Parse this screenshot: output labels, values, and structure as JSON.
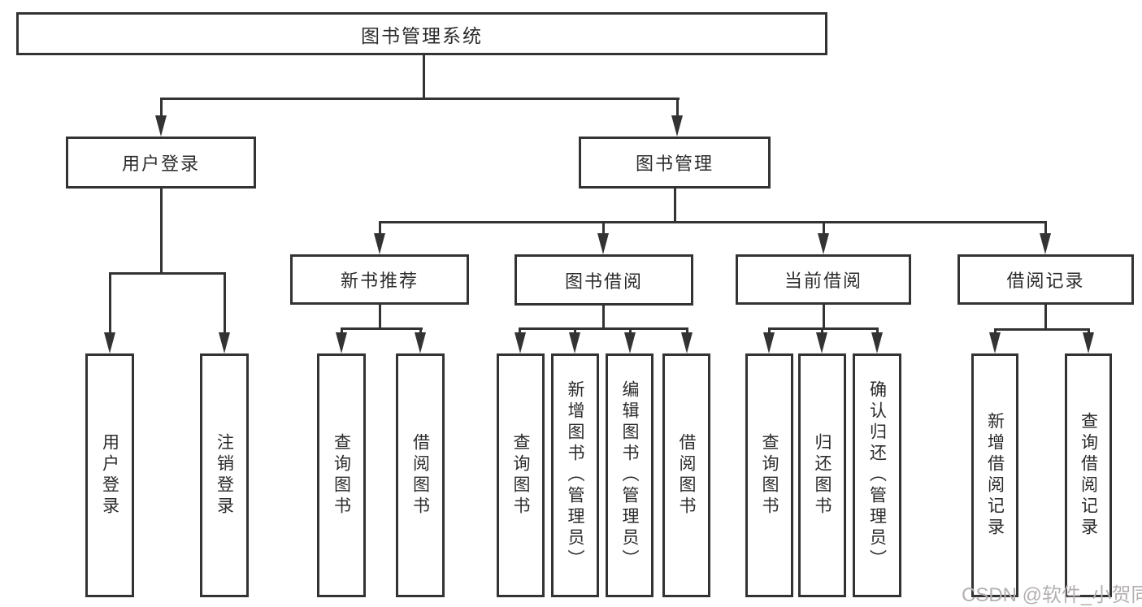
{
  "diagram": {
    "title": "图书管理系统",
    "level2": {
      "user_login": "用户登录",
      "book_mgmt": "图书管理"
    },
    "level3": {
      "new_books": "新书推荐",
      "borrowing": "图书借阅",
      "current": "当前借阅",
      "records": "借阅记录"
    },
    "leaves": {
      "user_login": [
        "用户登录",
        "注销登录"
      ],
      "new_books": [
        "查询图书",
        "借阅图书"
      ],
      "borrowing": [
        "查询图书",
        "新增图书（管理员）",
        "编辑图书（管理员）",
        "借阅图书"
      ],
      "current": [
        "查询图书",
        "归还图书",
        "确认归还（管理员）"
      ],
      "records": [
        "新增借阅记录",
        "查询借阅记录"
      ]
    }
  },
  "watermark": "CSDN @软件_小贺同学",
  "colors": {
    "line": "#333333",
    "text": "#2b2b2b",
    "background": "#ffffff",
    "watermark": "#b5b0b0"
  }
}
